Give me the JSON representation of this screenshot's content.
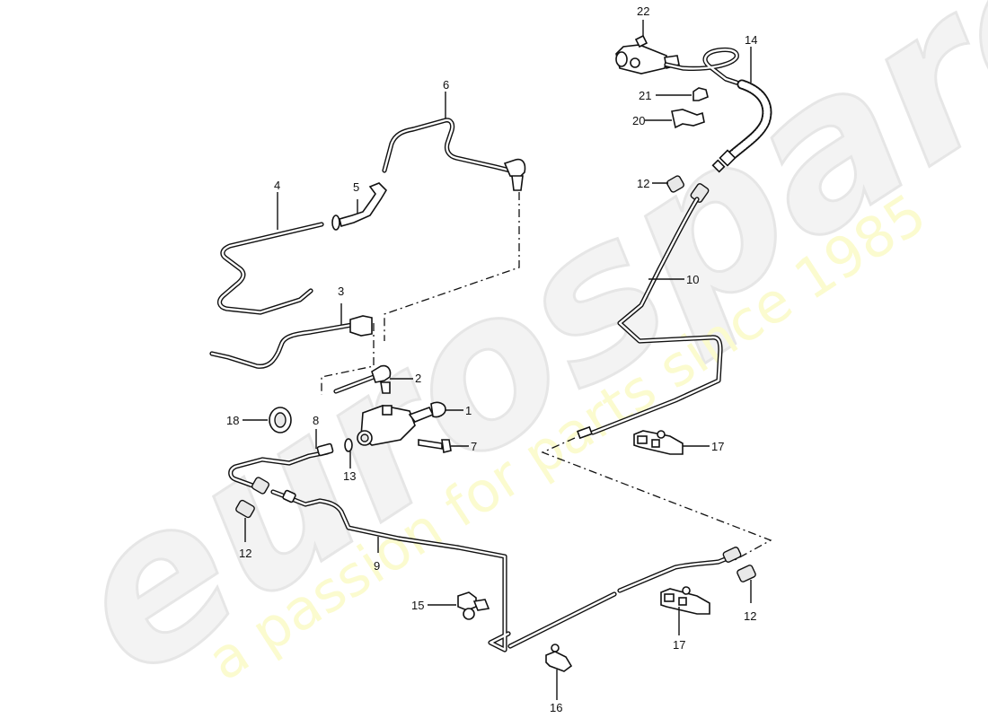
{
  "diagram": {
    "type": "exploded parts diagram",
    "subject": "clutch hydraulic lines / slave cylinder assembly"
  },
  "watermark": {
    "brand": "eurospares",
    "tagline": "a passion for parts since 1985",
    "brand_color": "#efefef",
    "tagline_color": "#fafac8"
  },
  "callouts": [
    {
      "id": "c1",
      "label": "1",
      "part": "slave cylinder"
    },
    {
      "id": "c2",
      "label": "2",
      "part": "angled hose connector"
    },
    {
      "id": "c3",
      "label": "3",
      "part": "pipe line with grommet"
    },
    {
      "id": "c4",
      "label": "4",
      "part": "pipe line"
    },
    {
      "id": "c5",
      "label": "5",
      "part": "grommet connector"
    },
    {
      "id": "c6",
      "label": "6",
      "part": "pipe line"
    },
    {
      "id": "c7",
      "label": "7",
      "part": "hollow bolt"
    },
    {
      "id": "c8",
      "label": "8",
      "part": "pipe line"
    },
    {
      "id": "c9",
      "label": "9",
      "part": "pipe line"
    },
    {
      "id": "c10",
      "label": "10",
      "part": "pipe line"
    },
    {
      "id": "c12a",
      "label": "12",
      "part": "union nut"
    },
    {
      "id": "c12b",
      "label": "12",
      "part": "union nut"
    },
    {
      "id": "c12c",
      "label": "12",
      "part": "union nut"
    },
    {
      "id": "c13",
      "label": "13",
      "part": "sealing ring"
    },
    {
      "id": "c14",
      "label": "14",
      "part": "clutch hose"
    },
    {
      "id": "c15",
      "label": "15",
      "part": "holder"
    },
    {
      "id": "c16",
      "label": "16",
      "part": "clip"
    },
    {
      "id": "c17a",
      "label": "17",
      "part": "clip"
    },
    {
      "id": "c17b",
      "label": "17",
      "part": "clip"
    },
    {
      "id": "c18",
      "label": "18",
      "part": "grommet"
    },
    {
      "id": "c20",
      "label": "20",
      "part": "bracket"
    },
    {
      "id": "c21",
      "label": "21",
      "part": "clip"
    },
    {
      "id": "c22",
      "label": "22",
      "part": "master cylinder"
    }
  ]
}
